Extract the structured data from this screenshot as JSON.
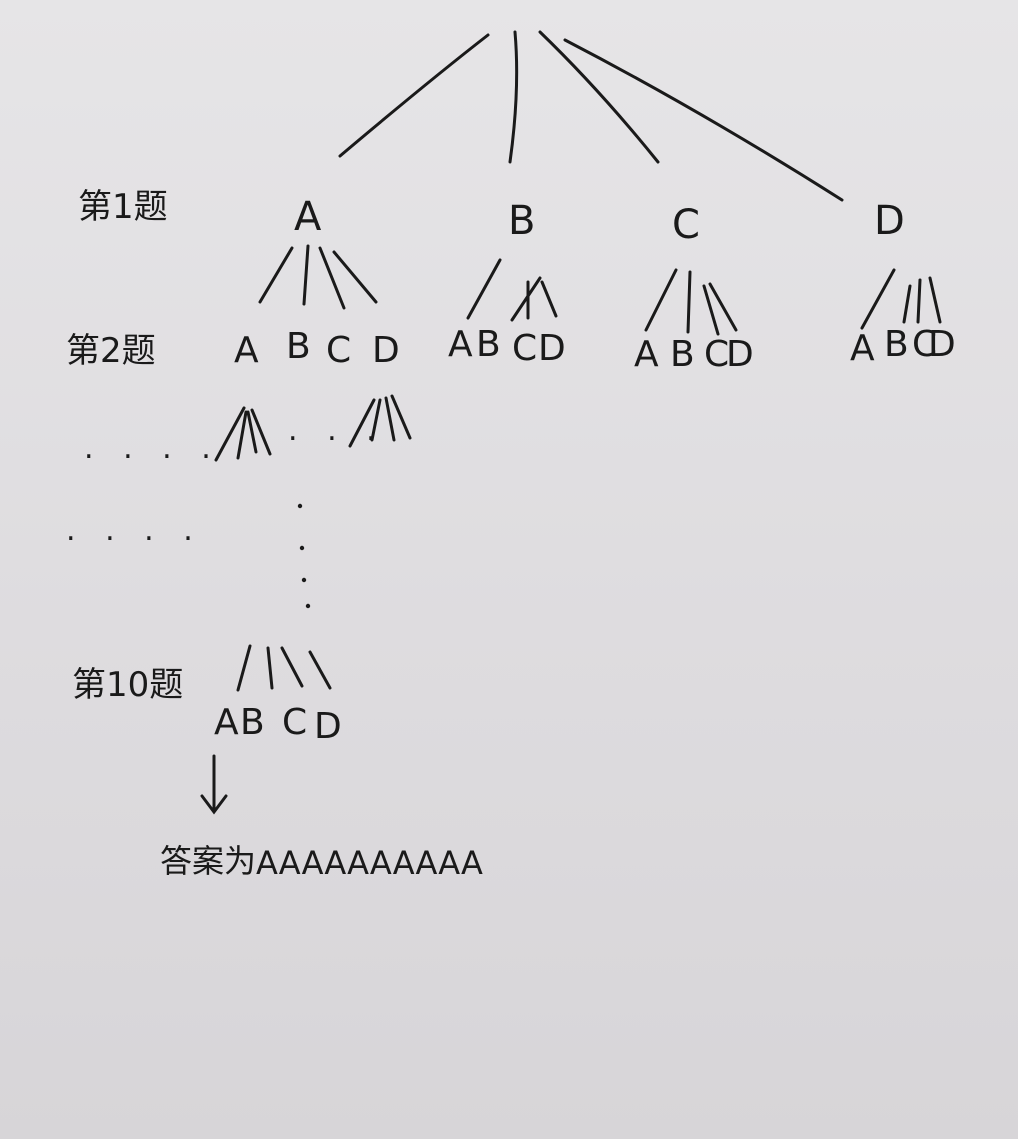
{
  "rows": {
    "q1": "第1题",
    "q2": "第2题",
    "q10": "第10题"
  },
  "level1": [
    "A",
    "B",
    "C",
    "D"
  ],
  "level2": [
    [
      "A",
      "B",
      "C",
      "D"
    ],
    [
      "A",
      "B",
      "C",
      "D"
    ],
    [
      "A",
      "B",
      "C",
      "D"
    ],
    [
      "A",
      "B",
      "C",
      "D"
    ]
  ],
  "level10": [
    "A",
    "B",
    "C",
    "D"
  ],
  "ellipsis": {
    "left": ". . . .",
    "middle": ". . .",
    "row4": ". . . ."
  },
  "answer": {
    "prefix": "答案为",
    "value": "AAAAAAAAAA"
  }
}
